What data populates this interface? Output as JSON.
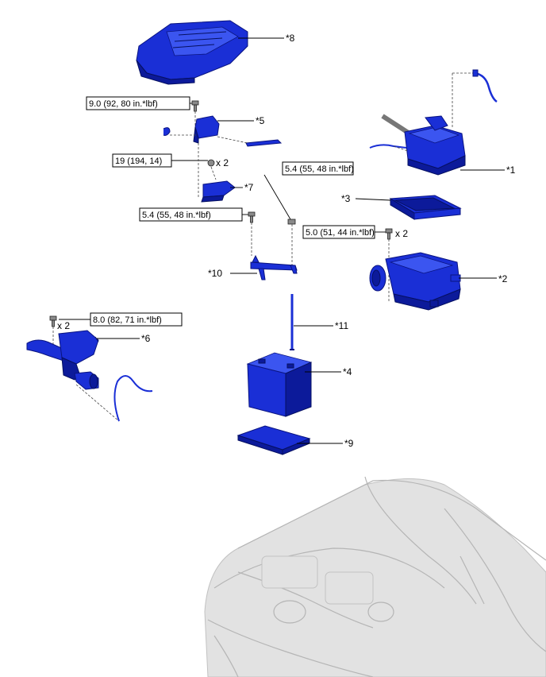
{
  "callouts": {
    "c1": "*1",
    "c2": "*2",
    "c3": "*3",
    "c4": "*4",
    "c5": "*5",
    "c6": "*6",
    "c7": "*7",
    "c8": "*8",
    "c9": "*9",
    "c10": "*10",
    "c11": "*11"
  },
  "torques": {
    "t1": "9.0 (92, 80 in.*lbf)",
    "t2": "19 (194, 14)",
    "t3": "5.4 (55, 48 in.*lbf)",
    "t4": "5.4 (55, 48 in.*lbf)",
    "t5": "5.0 (51, 44 in.*lbf)",
    "t6": "8.0 (82, 71 in.*lbf)"
  },
  "multipliers": {
    "m1": "x 2",
    "m2": "x 2",
    "m3": "x 2"
  },
  "colors": {
    "part": "#1a2fd6",
    "part_dark": "#0c1a9a",
    "vehicle": "#d0d0d0"
  }
}
